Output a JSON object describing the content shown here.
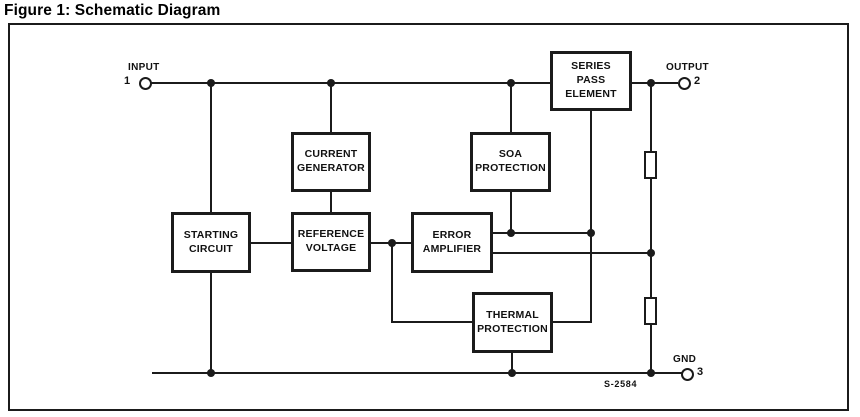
{
  "title": "Figure 1: Schematic Diagram",
  "figure_code": "S-2584",
  "blocks": {
    "series_pass": {
      "label": "SERIES\nPASS\nELEMENT"
    },
    "current_generator": {
      "label": "CURRENT\nGENERATOR"
    },
    "soa_protection": {
      "label": "SOA\nPROTECTION"
    },
    "starting_circuit": {
      "label": "STARTING\nCIRCUIT"
    },
    "reference_voltage": {
      "label": "REFERENCE\nVOLTAGE"
    },
    "error_amplifier": {
      "label": "ERROR\nAMPLIFIER"
    },
    "thermal_protection": {
      "label": "THERMAL\nPROTECTION"
    }
  },
  "terminals": {
    "input": {
      "label": "INPUT",
      "pin": "1"
    },
    "output": {
      "label": "OUTPUT",
      "pin": "2"
    },
    "gnd": {
      "label": "GND",
      "pin": "3"
    }
  },
  "colors": {
    "line": "#1b1b1b",
    "background": "#ffffff"
  }
}
